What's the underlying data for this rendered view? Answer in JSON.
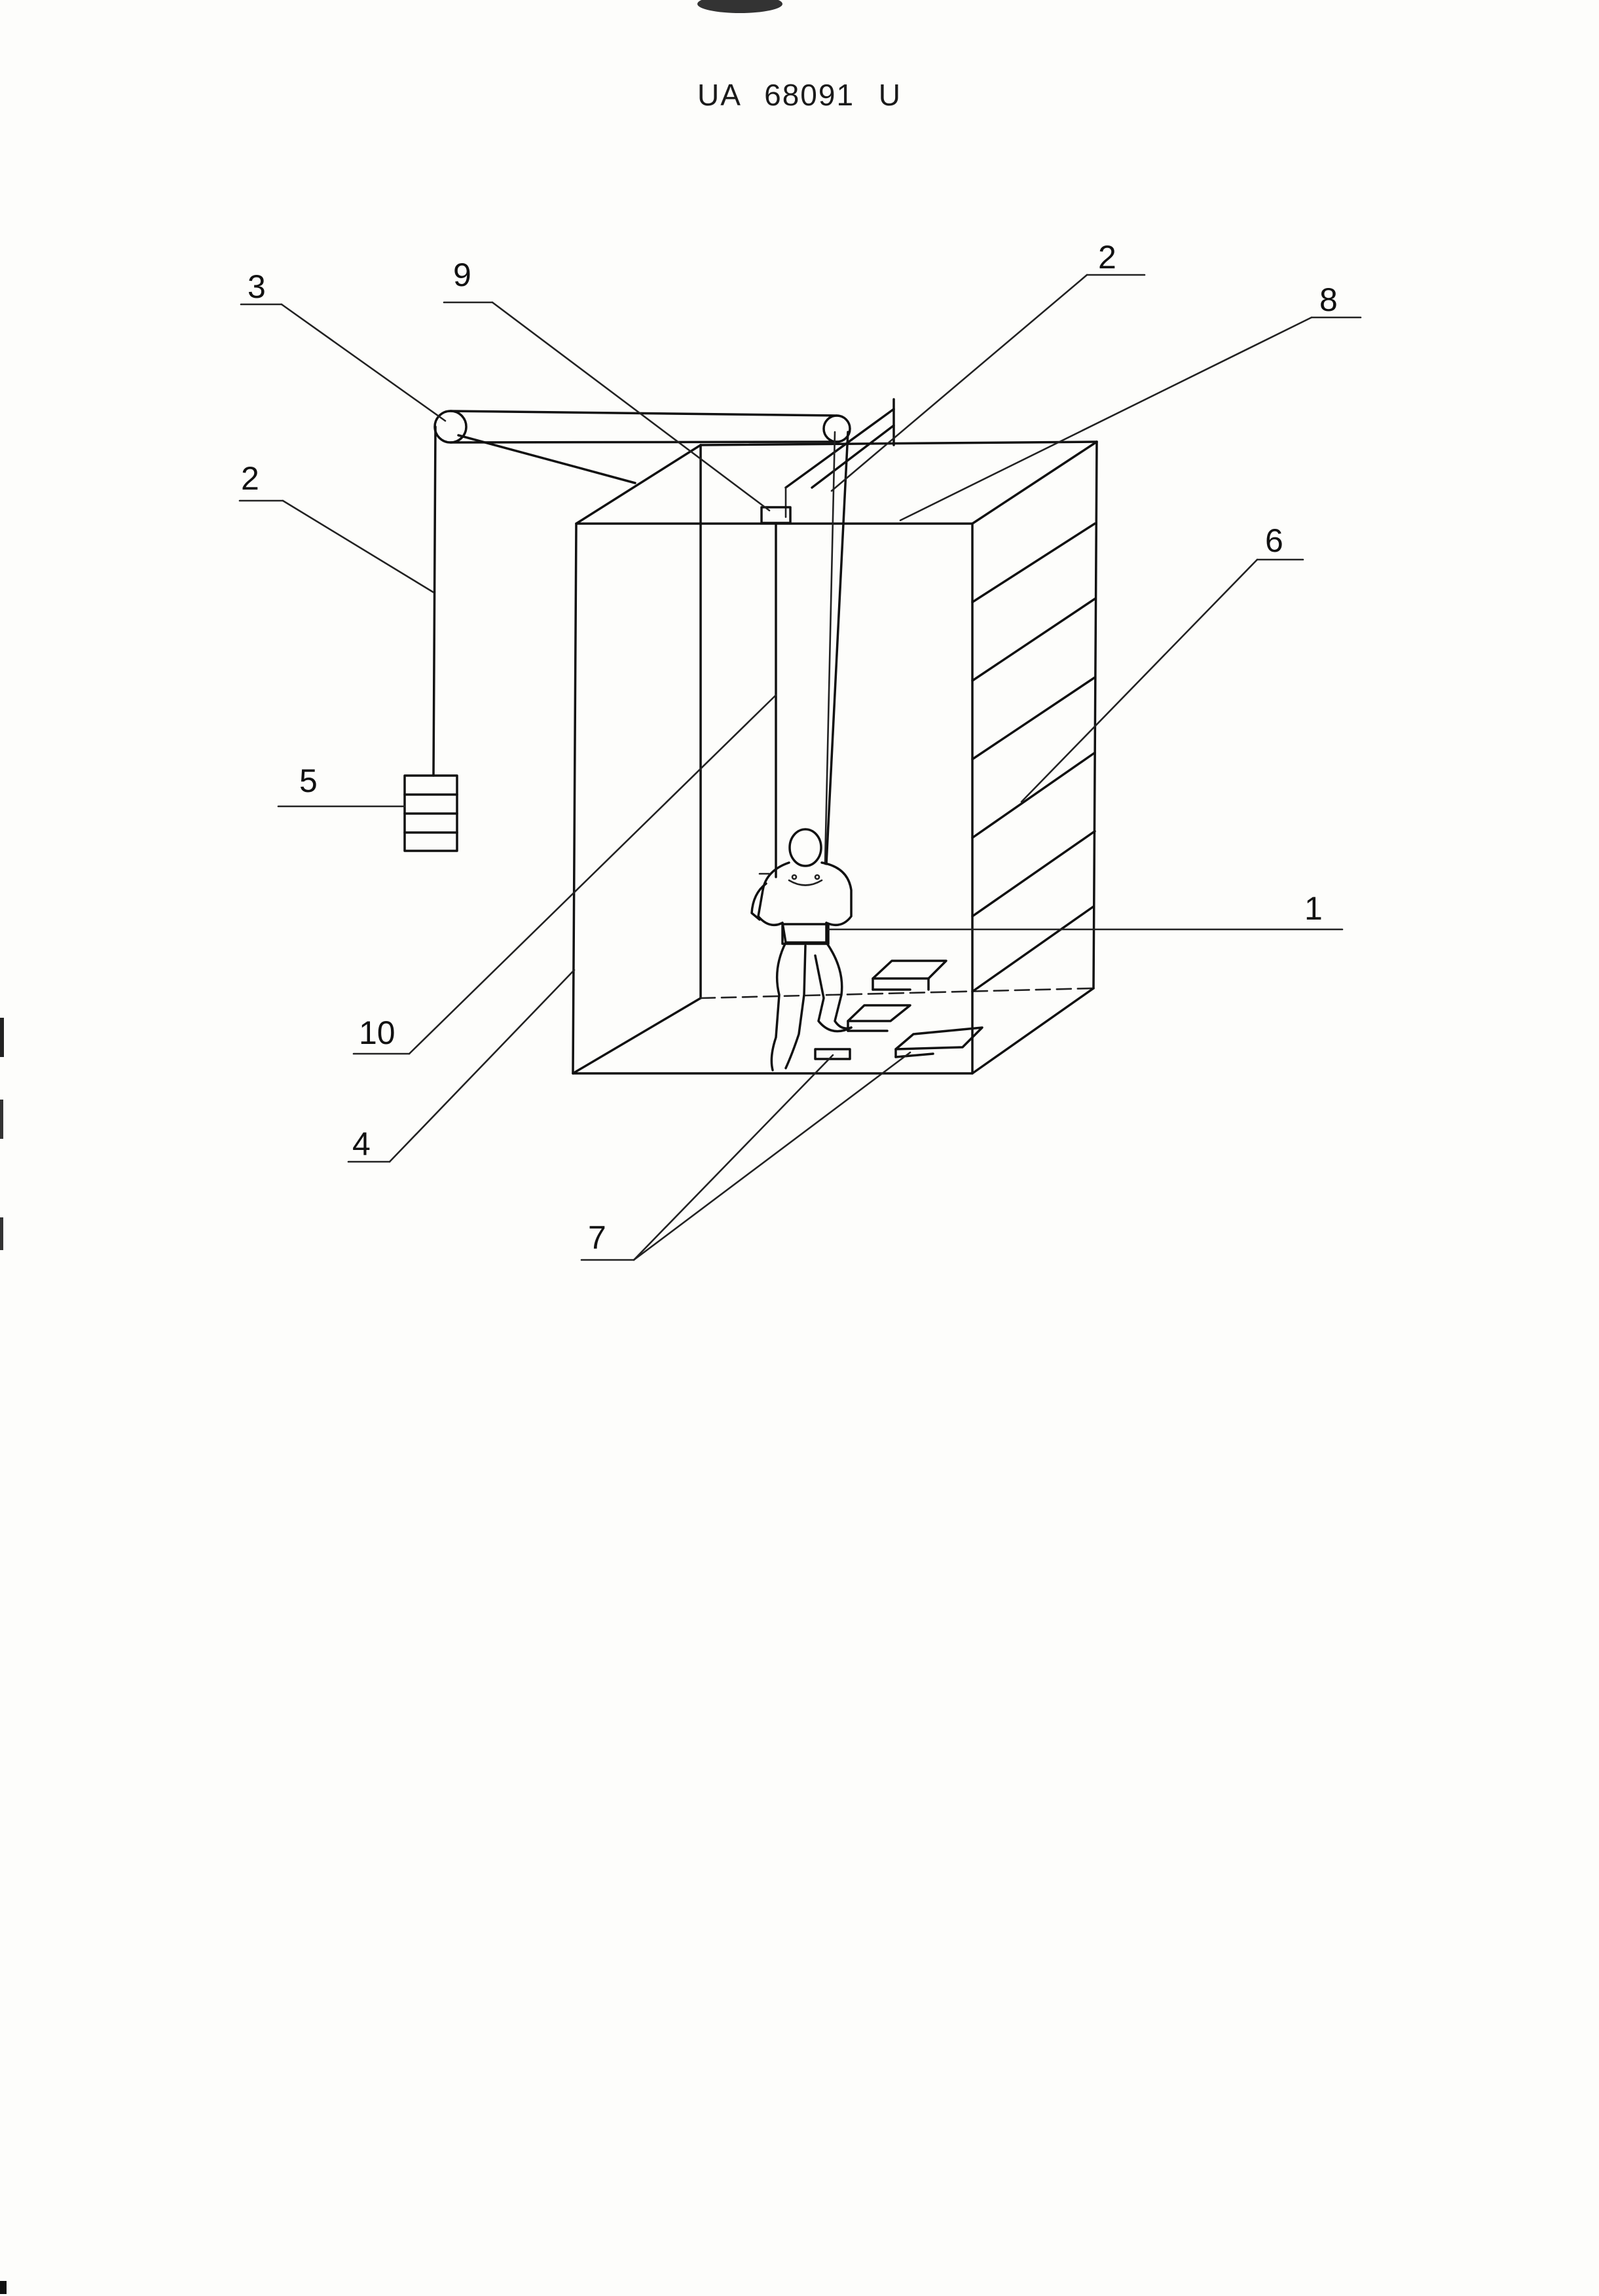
{
  "document": {
    "header": "UA 68091 U"
  },
  "figure": {
    "labels": [
      {
        "id": "label-3",
        "text": "3"
      },
      {
        "id": "label-9",
        "text": "9"
      },
      {
        "id": "label-2-top",
        "text": "2"
      },
      {
        "id": "label-8",
        "text": "8"
      },
      {
        "id": "label-2-left",
        "text": "2"
      },
      {
        "id": "label-6",
        "text": "6"
      },
      {
        "id": "label-5",
        "text": "5"
      },
      {
        "id": "label-1",
        "text": "1"
      },
      {
        "id": "label-10",
        "text": "10"
      },
      {
        "id": "label-4",
        "text": "4"
      },
      {
        "id": "label-7",
        "text": "7"
      }
    ]
  }
}
